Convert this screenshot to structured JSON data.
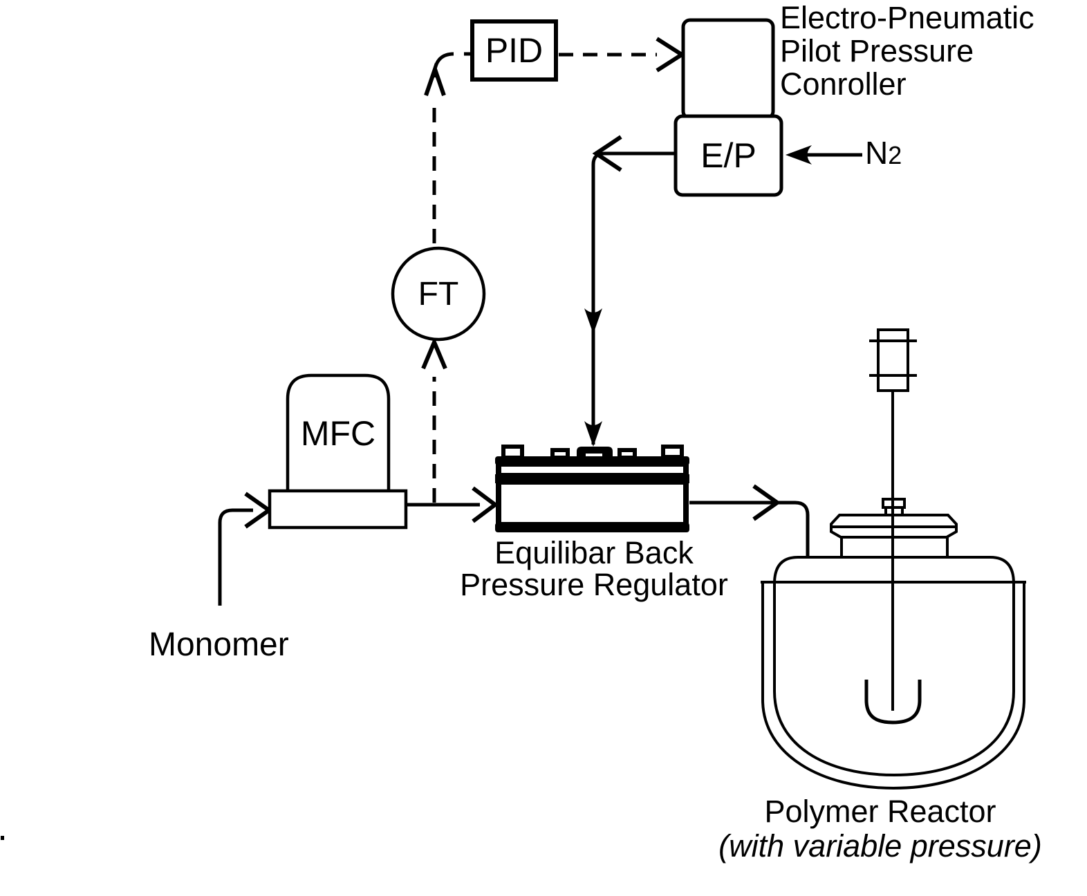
{
  "diagram": {
    "background_color": "#ffffff",
    "line_color": "#000000",
    "nodes": {
      "pid_controller": {
        "label": "PID"
      },
      "pilot_pressure_controller": {
        "line1": "Electro-Pneumatic",
        "line2": "Pilot Pressure",
        "line3": "Conroller"
      },
      "ep_transducer": {
        "label": "E/P"
      },
      "nitrogen_supply": {
        "symbol": "N",
        "subscript": "2"
      },
      "flow_transmitter": {
        "label": "FT"
      },
      "mass_flow_controller": {
        "label": "MFC"
      },
      "monomer_feed": {
        "label": "Monomer"
      },
      "back_pressure_regulator": {
        "line1": "Equilibar Back",
        "line2": "Pressure Regulator"
      },
      "polymer_reactor": {
        "line1": "Polymer Reactor",
        "line2": "(with variable pressure)"
      }
    }
  }
}
